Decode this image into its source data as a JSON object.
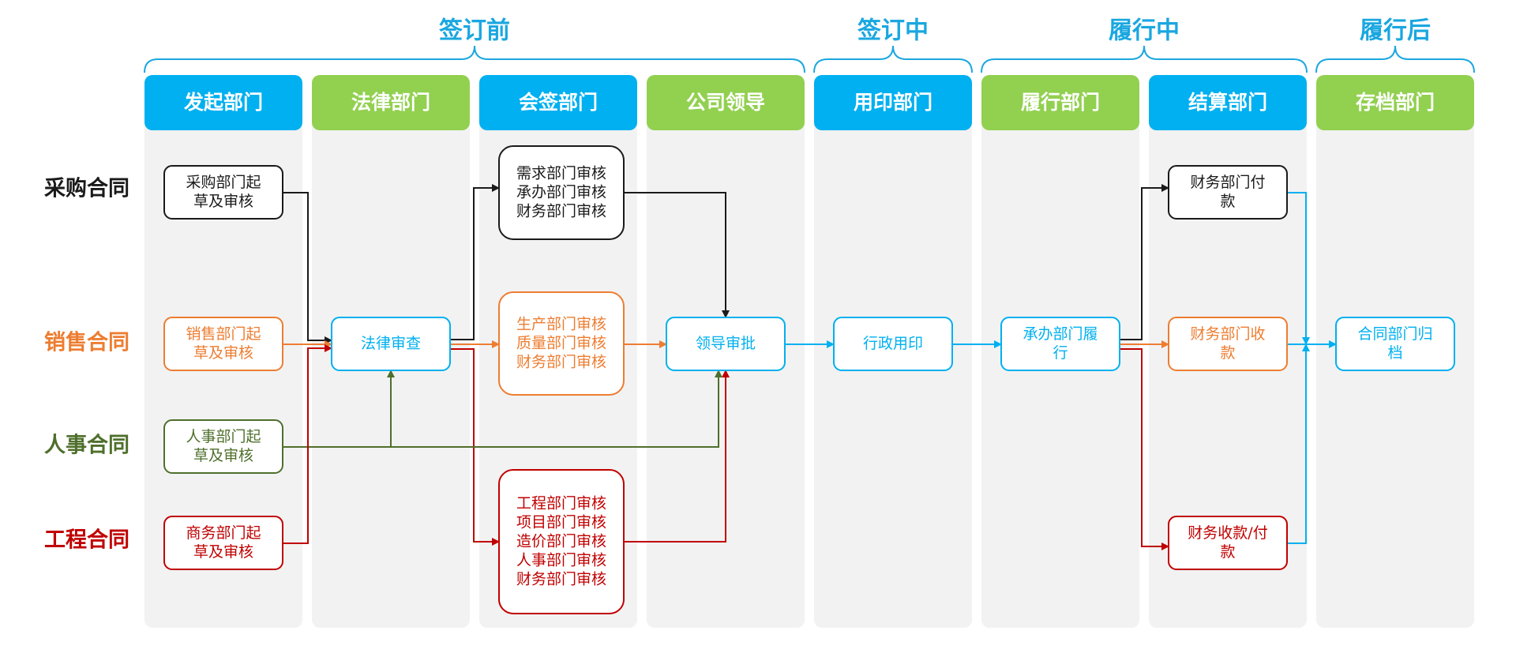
{
  "colors": {
    "phase": "#1aa7e0",
    "blue": "#00b0f0",
    "green": "#92d050",
    "black": "#1a1a1a",
    "orange": "#ed7d31",
    "olive": "#4f6f2c",
    "red": "#c00000"
  },
  "phases": [
    {
      "label": "签订前"
    },
    {
      "label": "签订中"
    },
    {
      "label": "履行中"
    },
    {
      "label": "履行后"
    }
  ],
  "departments": [
    {
      "label": "发起部门",
      "color": "blue"
    },
    {
      "label": "法律部门",
      "color": "green"
    },
    {
      "label": "会签部门",
      "color": "blue"
    },
    {
      "label": "公司领导",
      "color": "green"
    },
    {
      "label": "用印部门",
      "color": "blue"
    },
    {
      "label": "履行部门",
      "color": "green"
    },
    {
      "label": "结算部门",
      "color": "blue"
    },
    {
      "label": "存档部门",
      "color": "green"
    }
  ],
  "rows": [
    {
      "label": "采购合同",
      "color": "black"
    },
    {
      "label": "销售合同",
      "color": "orange"
    },
    {
      "label": "人事合同",
      "color": "olive"
    },
    {
      "label": "工程合同",
      "color": "red"
    }
  ],
  "nodes": [
    {
      "id": "purchase-draft",
      "lines": [
        "采购部门起",
        "草及审核"
      ],
      "color": "black"
    },
    {
      "id": "sales-draft",
      "lines": [
        "销售部门起",
        "草及审核"
      ],
      "color": "orange"
    },
    {
      "id": "hr-draft",
      "lines": [
        "人事部门起",
        "草及审核"
      ],
      "color": "olive"
    },
    {
      "id": "business-draft",
      "lines": [
        "商务部门起",
        "草及审核"
      ],
      "color": "red"
    },
    {
      "id": "legal-review",
      "lines": [
        "法律审查"
      ],
      "color": "blue"
    },
    {
      "id": "purchase-cosign",
      "lines": [
        "需求部门审核",
        "承办部门审核",
        "财务部门审核"
      ],
      "color": "black"
    },
    {
      "id": "sales-cosign",
      "lines": [
        "生产部门审核",
        "质量部门审核",
        "财务部门审核"
      ],
      "color": "orange"
    },
    {
      "id": "eng-cosign",
      "lines": [
        "工程部门审核",
        "项目部门审核",
        "造价部门审核",
        "人事部门审核",
        "财务部门审核"
      ],
      "color": "red"
    },
    {
      "id": "leader-approval",
      "lines": [
        "领导审批"
      ],
      "color": "blue"
    },
    {
      "id": "admin-seal",
      "lines": [
        "行政用印"
      ],
      "color": "blue"
    },
    {
      "id": "perform",
      "lines": [
        "承办部门履",
        "行"
      ],
      "color": "blue"
    },
    {
      "id": "finance-pay",
      "lines": [
        "财务部门付",
        "款"
      ],
      "color": "black"
    },
    {
      "id": "finance-receive",
      "lines": [
        "财务部门收",
        "款"
      ],
      "color": "orange"
    },
    {
      "id": "finance-receive-pay",
      "lines": [
        "财务收款/付",
        "款"
      ],
      "color": "red"
    },
    {
      "id": "archive",
      "lines": [
        "合同部门归",
        "档"
      ],
      "color": "blue"
    }
  ]
}
